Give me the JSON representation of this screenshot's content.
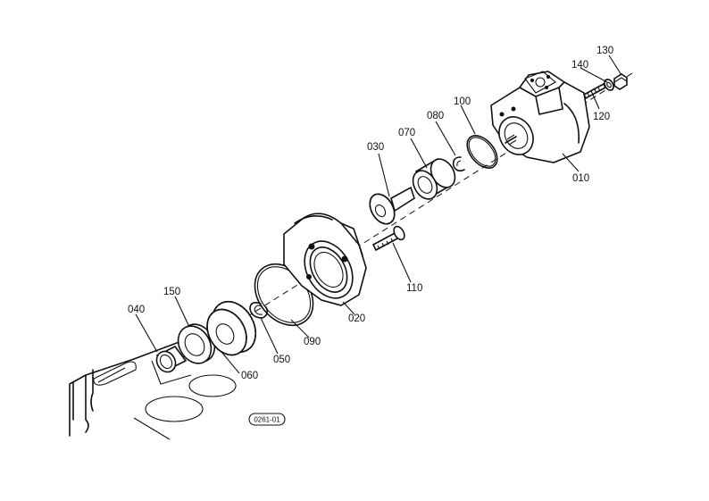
{
  "diagram": {
    "callouts": {
      "p010": "010",
      "p020": "020",
      "p030": "030",
      "p040": "040",
      "p050": "050",
      "p060": "060",
      "p070": "070",
      "p080": "080",
      "p090": "090",
      "p100": "100",
      "p110": "110",
      "p120": "120",
      "p130": "130",
      "p140": "140",
      "p150": "150"
    },
    "drawing_code": "0261-01"
  }
}
